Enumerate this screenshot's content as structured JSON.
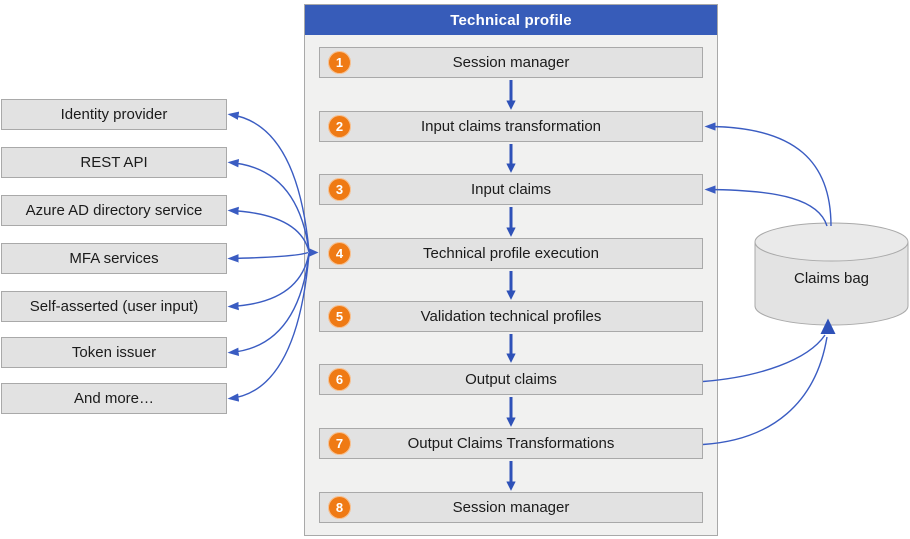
{
  "diagram": {
    "header": {
      "title": "Technical profile"
    },
    "flow_steps": [
      {
        "num": "1",
        "label": "Session manager"
      },
      {
        "num": "2",
        "label": "Input claims transformation"
      },
      {
        "num": "3",
        "label": "Input claims"
      },
      {
        "num": "4",
        "label": "Technical profile execution"
      },
      {
        "num": "5",
        "label": "Validation technical profiles"
      },
      {
        "num": "6",
        "label": "Output claims"
      },
      {
        "num": "7",
        "label": "Output Claims Transformations"
      },
      {
        "num": "8",
        "label": "Session manager"
      }
    ],
    "external_services": [
      {
        "label": "Identity provider"
      },
      {
        "label": "REST API"
      },
      {
        "label": "Azure AD directory service"
      },
      {
        "label": "MFA services"
      },
      {
        "label": "Self-asserted (user input)"
      },
      {
        "label": "Token issuer"
      },
      {
        "label": "And more…"
      }
    ],
    "claims_store": {
      "label": "Claims bag"
    },
    "colors": {
      "header_blue": "#375cb9",
      "straight_arrow_blue": "#2e51b8",
      "curved_arrow_blue": "#3a5cc2",
      "badge_orange": "#ef7a14",
      "box_fill": "#e2e2e2",
      "box_border": "#a9a9a9",
      "container_fill": "#f1f1f0"
    }
  }
}
